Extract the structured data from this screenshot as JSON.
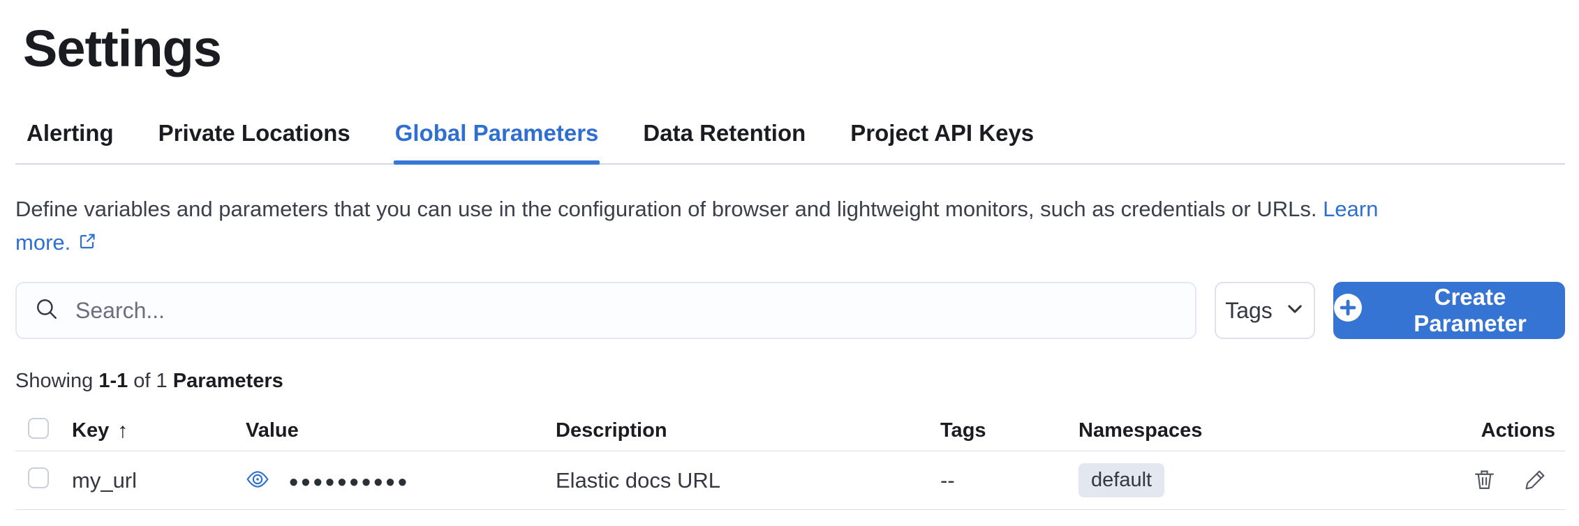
{
  "page": {
    "title": "Settings"
  },
  "tabs": [
    {
      "label": "Alerting",
      "active": false
    },
    {
      "label": "Private Locations",
      "active": false
    },
    {
      "label": "Global Parameters",
      "active": true
    },
    {
      "label": "Data Retention",
      "active": false
    },
    {
      "label": "Project API Keys",
      "active": false
    }
  ],
  "description": {
    "text": "Define variables and parameters that you can use in the configuration of browser and lightweight monitors, such as credentials or URLs.",
    "link_part1": "Learn",
    "link_part2": "more."
  },
  "toolbar": {
    "search_placeholder": "Search...",
    "tags_button_label": "Tags",
    "create_button_label": "Create Parameter"
  },
  "summary": {
    "prefix": "Showing",
    "range": "1-1",
    "middle": "of 1",
    "entity": "Parameters"
  },
  "table": {
    "columns": [
      "Key",
      "Value",
      "Description",
      "Tags",
      "Namespaces",
      "Actions"
    ],
    "sort_indicator": "↑",
    "rows": [
      {
        "key": "my_url",
        "value_masked": "••••••••••",
        "description": "Elastic docs URL",
        "tags": "--",
        "namespace": "default"
      }
    ]
  },
  "icons": {
    "search": "search-icon",
    "chevron_down": "chevron-down-icon",
    "plus_in_circle": "plus-in-circle-icon",
    "external_link": "external-link-icon",
    "eye": "eye-icon",
    "trash": "trash-icon",
    "pencil": "pencil-icon"
  },
  "colors": {
    "accent_blue": "#2e6fd1",
    "button_blue": "#3574d2",
    "tab_underline": "#3777d6",
    "badge_bg": "#e3e7f0",
    "border_gray": "#d3dae6",
    "text_dark": "#1a1c21",
    "text_body": "#343741",
    "placeholder_gray": "#69707d"
  }
}
